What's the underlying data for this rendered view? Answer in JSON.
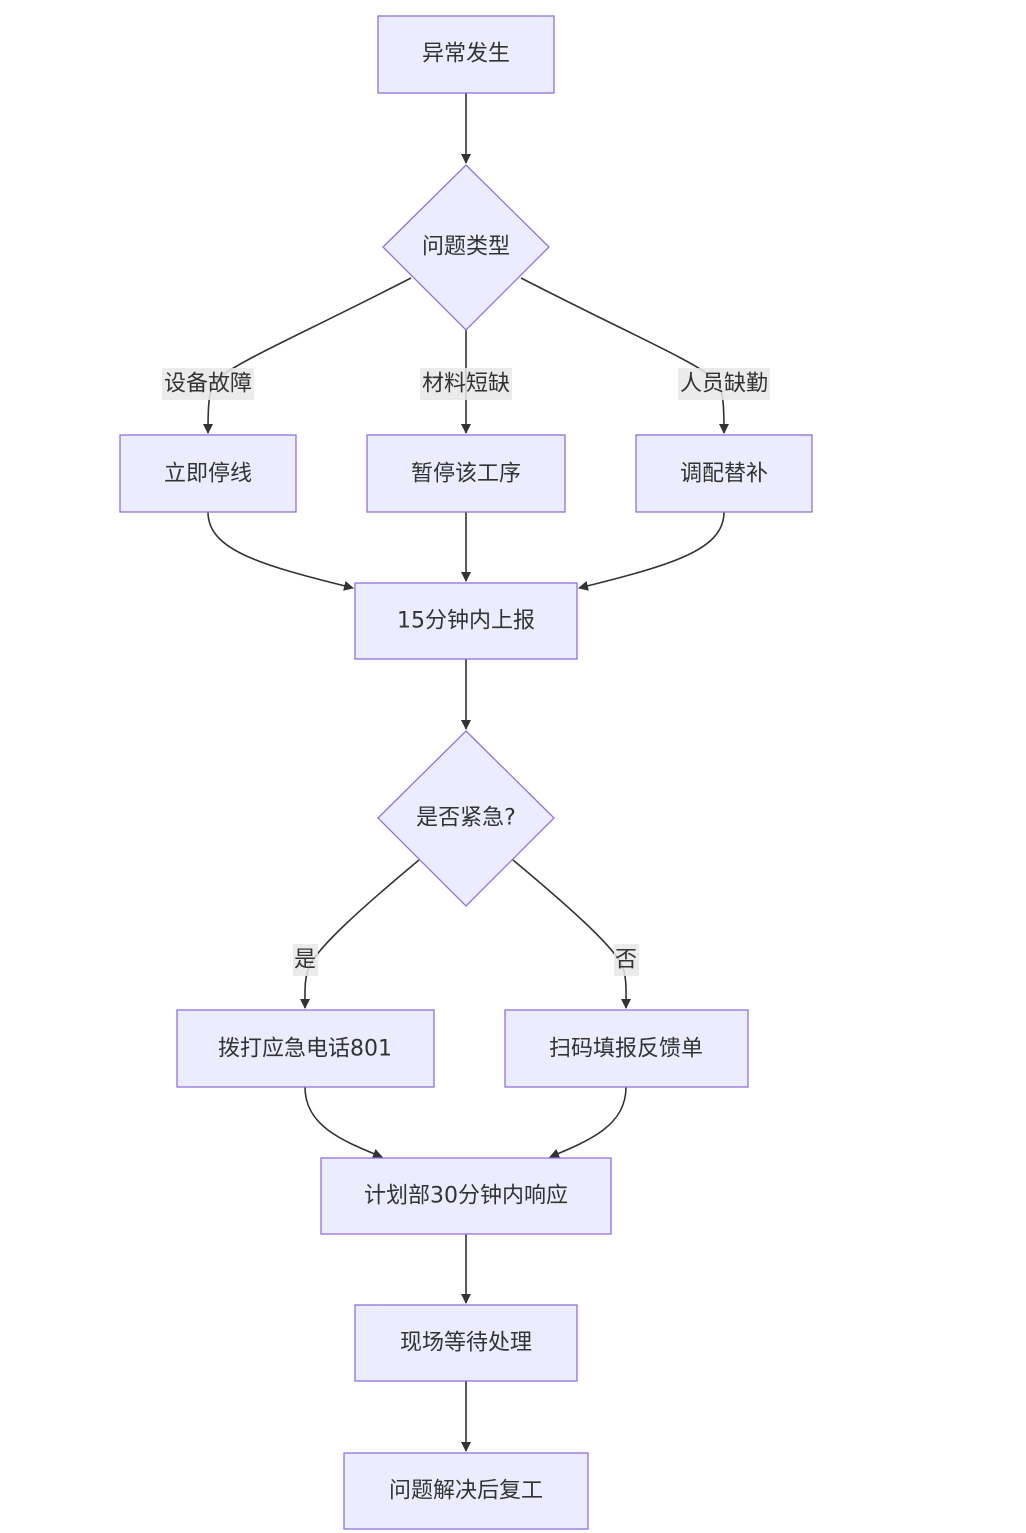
{
  "nodes": {
    "start": "异常发生",
    "problem_type": "问题类型",
    "stop_line": "立即停线",
    "pause_process": "暂停该工序",
    "reassign": "调配替补",
    "report": "15分钟内上报",
    "urgent": "是否紧急?",
    "call_emergency": "拨打应急电话801",
    "scan_feedback": "扫码填报反馈单",
    "plan_response": "计划部30分钟内响应",
    "wait_onsite": "现场等待处理",
    "resume": "问题解决后复工"
  },
  "edge_labels": {
    "equipment_failure": "设备故障",
    "material_shortage": "材料短缺",
    "staff_absence": "人员缺勤",
    "yes": "是",
    "no": "否"
  },
  "colors": {
    "node_fill": "#ececff",
    "node_stroke": "#9370db",
    "edge": "#333333",
    "label_bg": "#e8e8e8"
  }
}
